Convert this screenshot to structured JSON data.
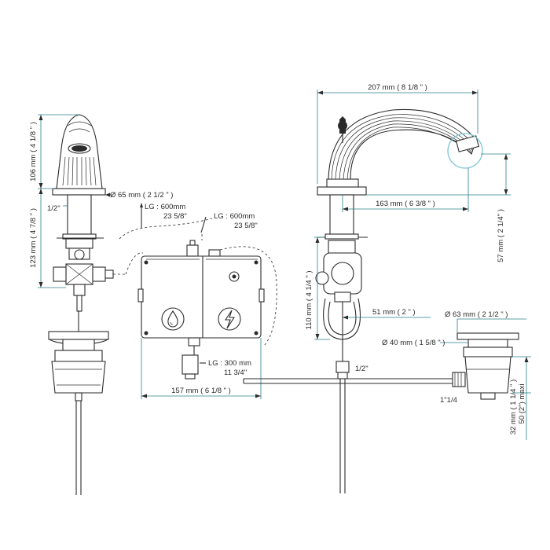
{
  "colors": {
    "line": "#2b2b2b",
    "dimension": "#2a7f86",
    "highlight": "#7fc7d9",
    "background": "#ffffff"
  },
  "icons": {
    "water": "water-drop-icon",
    "power": "lightning-bolt-icon"
  },
  "labels": {
    "spout_width": "207 mm ( 8 1/8 \" )",
    "spout_height_left": "106 mm ( 4 1/8 \" )",
    "body_height_left": "123 mm ( 4 7/8 \" )",
    "base_dia_left": "Ø 65 mm ( 2 1/2 \" )",
    "thread_left": "1/2\"",
    "hose_a_1": "LG : 600mm",
    "hose_a_2": "23 5/8\"",
    "hose_b_1": "LG : 600mm",
    "hose_b_2": "23 5/8\"",
    "hose_c_1": "LG : 300 mm",
    "hose_c_2": "11 3/4\"",
    "box_width": "157 mm ( 6 1/8 \" )",
    "spout_reach": "163 mm ( 6 3/8 \" )",
    "spout_rise": "57 mm ( 2 1/4\" )",
    "body_height_right": "110 mm ( 4 1/4 \" )",
    "hole_spacing": "51 mm ( 2 \" )",
    "waste_dia_outer": "Ø 63 mm ( 2 1/2 \" )",
    "waste_dia_inner": "Ø 40 mm ( 1 5/8 \" )",
    "thread_right": "1/2\"",
    "waste_thread": "1\"1/4",
    "waste_height_1": "32 mm ( 1 1/4 \" )",
    "waste_height_2": "50 (2\") maxi"
  }
}
